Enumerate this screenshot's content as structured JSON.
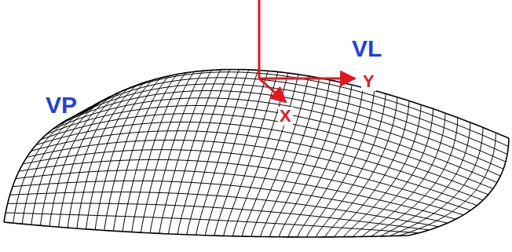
{
  "diagram": {
    "labels": [
      "VP",
      "VL",
      "Y",
      "X"
    ]
  }
}
